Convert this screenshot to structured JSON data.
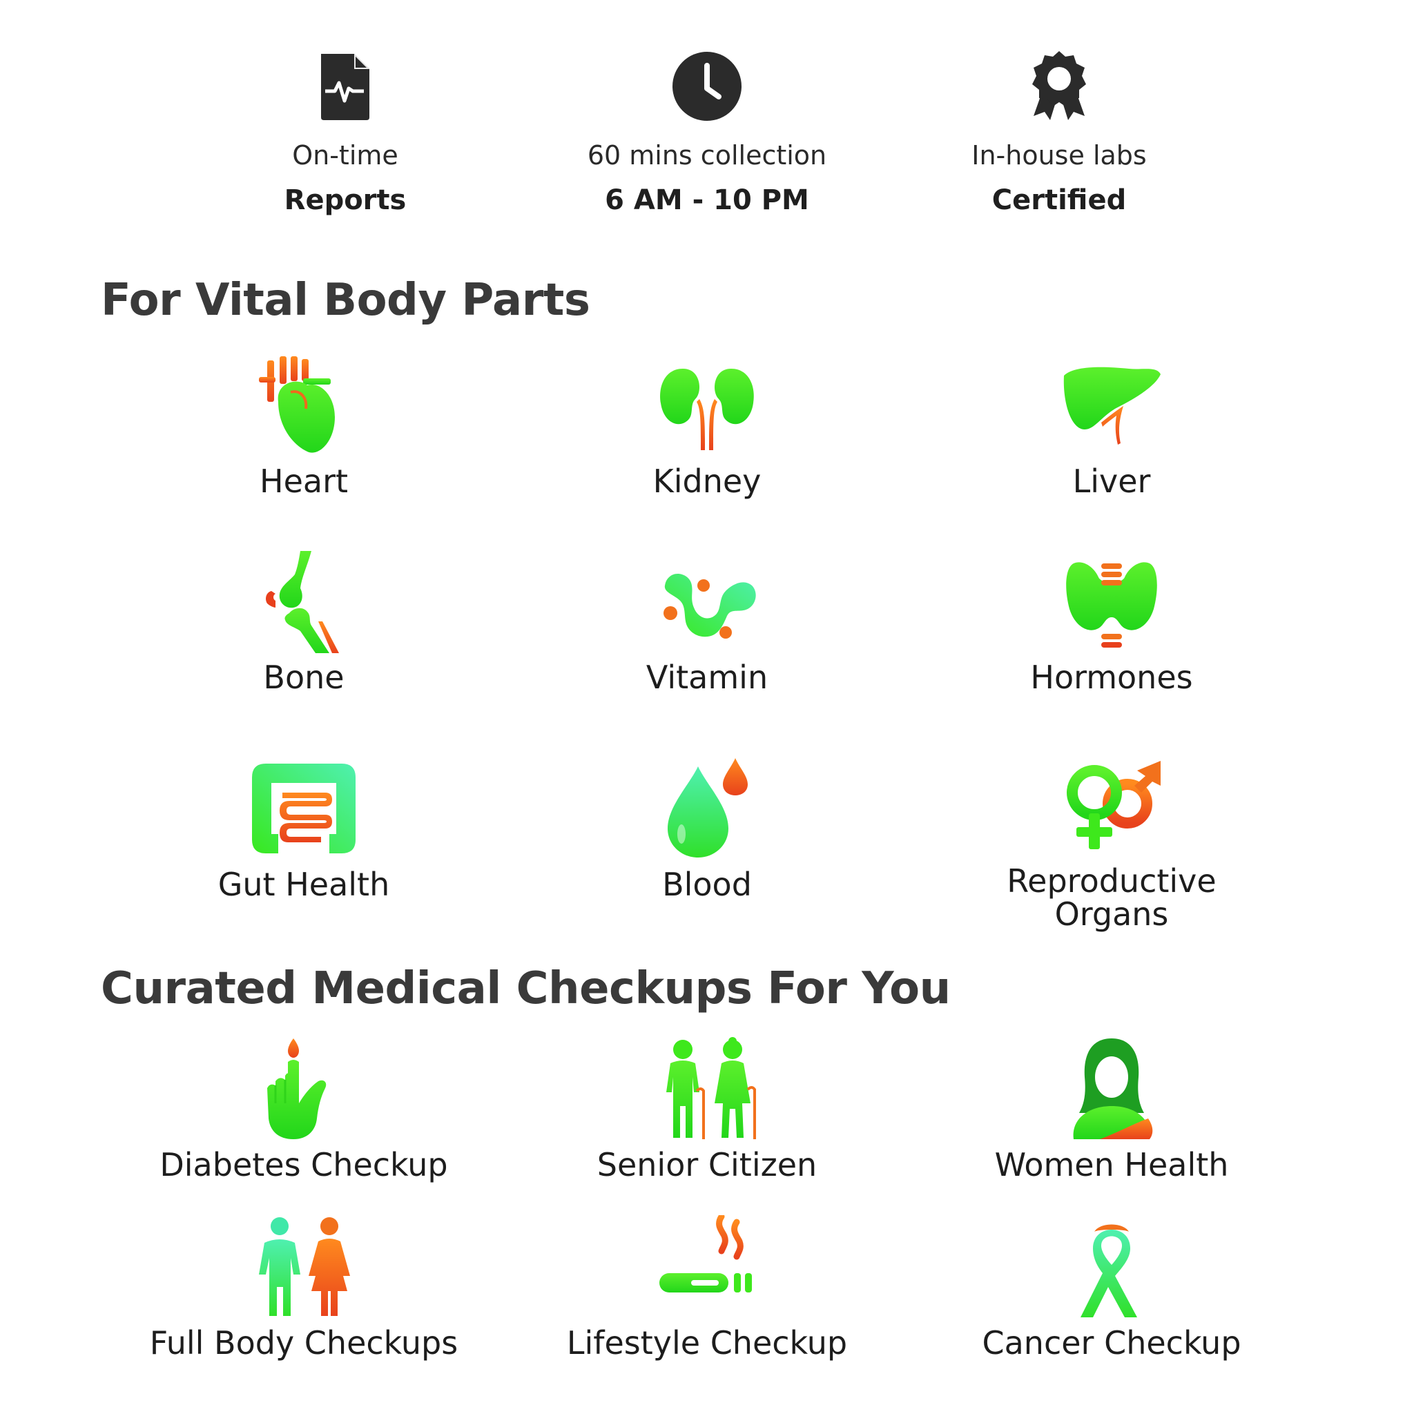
{
  "features": [
    {
      "icon": "report-file-icon",
      "line1": "On-time",
      "line2": "Reports"
    },
    {
      "icon": "clock-icon",
      "line1": "60 mins collection",
      "line2": "6 AM - 10 PM"
    },
    {
      "icon": "certified-badge-icon",
      "line1": "In-house labs",
      "line2": "Certified"
    }
  ],
  "vital": {
    "title": "For Vital Body Parts",
    "items": [
      {
        "label": "Heart",
        "icon": "heart-icon"
      },
      {
        "label": "Kidney",
        "icon": "kidney-icon"
      },
      {
        "label": "Liver",
        "icon": "liver-icon"
      },
      {
        "label": "Bone",
        "icon": "bone-icon"
      },
      {
        "label": "Vitamin",
        "icon": "vitamin-icon"
      },
      {
        "label": "Hormones",
        "icon": "thyroid-icon"
      },
      {
        "label": "Gut Health",
        "icon": "intestine-icon"
      },
      {
        "label": "Blood",
        "icon": "blood-drop-icon"
      },
      {
        "label": "Reproductive Organs",
        "icon": "gender-symbols-icon"
      }
    ]
  },
  "curated": {
    "title": "Curated Medical Checkups For You",
    "items": [
      {
        "label": "Diabetes Checkup",
        "icon": "finger-prick-icon"
      },
      {
        "label": "Senior Citizen",
        "icon": "elderly-couple-icon"
      },
      {
        "label": "Women Health",
        "icon": "woman-icon"
      },
      {
        "label": "Full Body Checkups",
        "icon": "man-woman-icon"
      },
      {
        "label": "Lifestyle Checkup",
        "icon": "cigarette-icon"
      },
      {
        "label": "Cancer Checkup",
        "icon": "ribbon-icon"
      }
    ]
  },
  "colors": {
    "green": "#3ee81c",
    "orange": "#f2711c",
    "red": "#e8401c",
    "teal": "#40e8a8",
    "dark": "#2b2b2b"
  }
}
